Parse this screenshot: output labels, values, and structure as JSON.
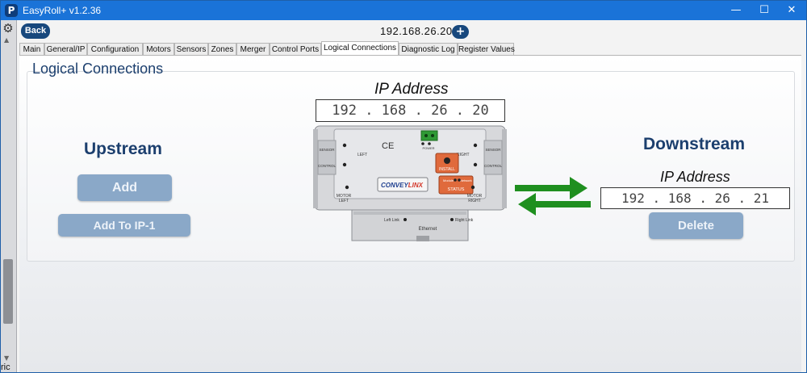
{
  "window": {
    "title": "EasyRoll+ v1.2.36",
    "minimize": "—",
    "maximize": "☐",
    "close": "✕"
  },
  "sidebar": {
    "icon": "gear-icon",
    "label": "ric"
  },
  "header": {
    "back_label": "Back",
    "ip": "192.168.26.20",
    "add_label": "+"
  },
  "tabs": [
    {
      "label": "Main"
    },
    {
      "label": "General/IP"
    },
    {
      "label": "Configuration"
    },
    {
      "label": "Motors"
    },
    {
      "label": "Sensors"
    },
    {
      "label": "Zones"
    },
    {
      "label": "Merger"
    },
    {
      "label": "Control Ports"
    },
    {
      "label": "Logical Connections",
      "active": true
    },
    {
      "label": "Diagnostic Log"
    },
    {
      "label": "Register Values"
    }
  ],
  "logical": {
    "title": "Logical Connections",
    "upstream": {
      "title": "Upstream",
      "add_label": "Add",
      "add_to_ip_label": "Add To IP-1"
    },
    "current": {
      "ip_label": "IP Address",
      "ip": "192 . 168 . 26 . 20"
    },
    "downstream": {
      "title": "Downstream",
      "ip_label": "IP Address",
      "ip": "192 . 168 . 26 . 21",
      "delete_label": "Delete"
    },
    "device": {
      "sensor_l": "SENSOR",
      "control_l": "CONTROL",
      "sensor_r": "SENSOR",
      "control_r": "CONTROL",
      "left": "LEFT",
      "right": "RIGHT",
      "power": "POWER",
      "ce": "CE",
      "install": "INSTALL",
      "module": "Module",
      "network": "Network",
      "status": "STATUS",
      "brand_a": "CONVEY",
      "brand_b": "LINX",
      "motor_left_1": "MOTOR",
      "motor_left_2": "LEFT",
      "motor_right_1": "MOTOR",
      "motor_right_2": "RIGHT",
      "left_link": "Left Link",
      "right_link": "Right Link",
      "ethernet": "Ethernet"
    }
  },
  "colors": {
    "titlebar": "#1a73d8",
    "accent": "#18487d",
    "heading": "#1c3f6e",
    "disabled_button": "#8aa8c8",
    "arrow": "#1f8f1f",
    "install": "#e06a3c"
  }
}
